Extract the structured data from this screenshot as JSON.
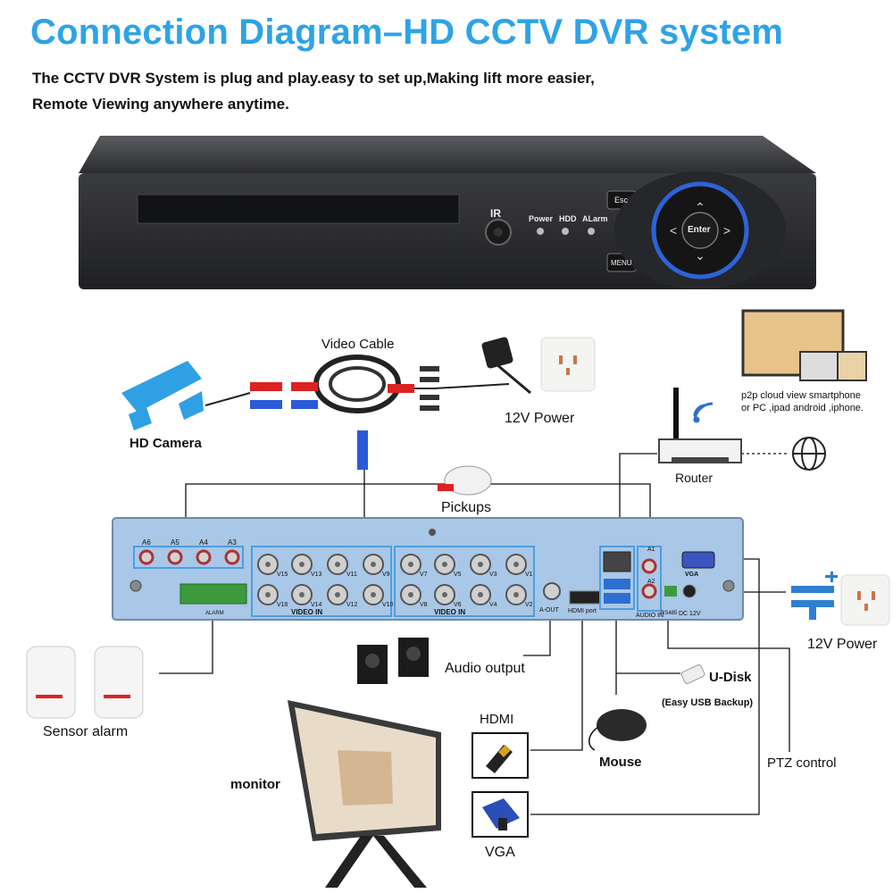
{
  "header": {
    "title": "Connection Diagram–HD CCTV DVR system",
    "intro_line1": "The CCTV DVR System is plug and play.easy to set up,Making lift more easier,",
    "intro_line2": "Remote Viewing anywhere anytime."
  },
  "dvr_front": {
    "ir_label": "IR",
    "led_labels": [
      "Power",
      "HDD",
      "ALarm"
    ],
    "esc_label": "Esc",
    "menu_label": "MENU",
    "enter_label": "Enter"
  },
  "dvr_rear": {
    "audio_in_labels": [
      "A6",
      "A5",
      "A4",
      "A3"
    ],
    "video_in_label": "VIDEO IN",
    "channels_top_left": [
      "V15",
      "V13",
      "V11",
      "V9"
    ],
    "channels_bottom_left": [
      "V16",
      "V14",
      "V12",
      "V10"
    ],
    "channels_top_right": [
      "V7",
      "V5",
      "V3",
      "V1"
    ],
    "channels_bottom_right": [
      "V8",
      "V6",
      "V4",
      "V2"
    ],
    "aout_label": "A-OUT",
    "hdmi_label": "HDMI port",
    "audio_in_label": "AUDIO IN",
    "audio_ports": [
      "A1",
      "A2"
    ],
    "vga_label": "VGA",
    "dc_label": "DC 12V",
    "rs485_label": "RS485",
    "alarm_label": "ALARM"
  },
  "labels": {
    "video_cable": "Video Cable",
    "hd_camera": "HD Camera",
    "power_top": "12V Power",
    "p2p_line1": "p2p cloud view smartphone",
    "p2p_line2": "or PC ,ipad android ,iphone.",
    "router": "Router",
    "pickups": "Pickups",
    "power_right": "12V Power",
    "audio_output": "Audio output",
    "u_disk": "U-Disk",
    "usb_backup": "(Easy USB Backup)",
    "sensor_alarm": "Sensor alarm",
    "hdmi": "HDMI",
    "mouse": "Mouse",
    "ptz_control": "PTZ control",
    "monitor": "monitor",
    "vga": "VGA"
  },
  "colors": {
    "title": "#2ea3e6",
    "dvr_body": "#2b2c2e",
    "rear_panel": "#a9c7e6",
    "port_highlight": "#4d9ee0",
    "nav_ring": "#2d63d8",
    "camera_icon": "#2fa0e4",
    "power_icon": "#2f7fcf"
  },
  "icons": [
    "camera-icon",
    "wifi-icon",
    "globe-icon",
    "power-plug-icon",
    "wall-socket-icon",
    "speaker-icon",
    "mouse-icon",
    "usb-drive-icon",
    "hdmi-icon",
    "vga-icon",
    "sensor-icon",
    "router-icon",
    "microphone-icon",
    "monitor-icon"
  ]
}
